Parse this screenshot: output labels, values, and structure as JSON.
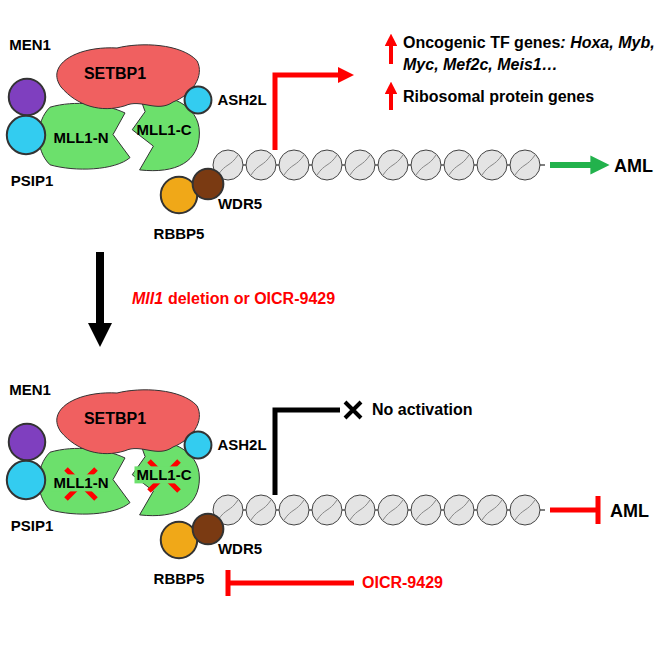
{
  "diagram": {
    "nodes": [
      {
        "text": [
          "MEN1"
        ]
      },
      {
        "text": [
          "SETBP1"
        ]
      },
      {
        "text": [
          "PSIP1"
        ]
      },
      {
        "text": [
          "MLL1-N"
        ]
      },
      {
        "text": [
          "MLL1-C"
        ]
      },
      {
        "text": [
          "ASH2L"
        ]
      },
      {
        "text": [
          "RBBP5"
        ]
      },
      {
        "text": [
          "WDR5"
        ]
      },
      {
        "text": [
          "MEN1"
        ]
      },
      {
        "text": [
          "SETBP1"
        ]
      },
      {
        "text": [
          "PSIP1"
        ]
      },
      {
        "text": [
          "MLL1-N"
        ]
      },
      {
        "text": [
          "MLL1-C"
        ]
      },
      {
        "text": [
          "ASH2L"
        ]
      },
      {
        "text": [
          "RBBP5"
        ]
      },
      {
        "text": [
          "WDR5"
        ]
      }
    ],
    "labels": [
      "Oncogenic TF genes",
      ": Hoxa, Myb, Myc, Mef2c, Meis1…",
      "Ribosomal protein genes",
      "AML",
      "Mll1",
      "deletion or OICR-9429",
      "No activation",
      "AML",
      "OICR-9429"
    ]
  }
}
